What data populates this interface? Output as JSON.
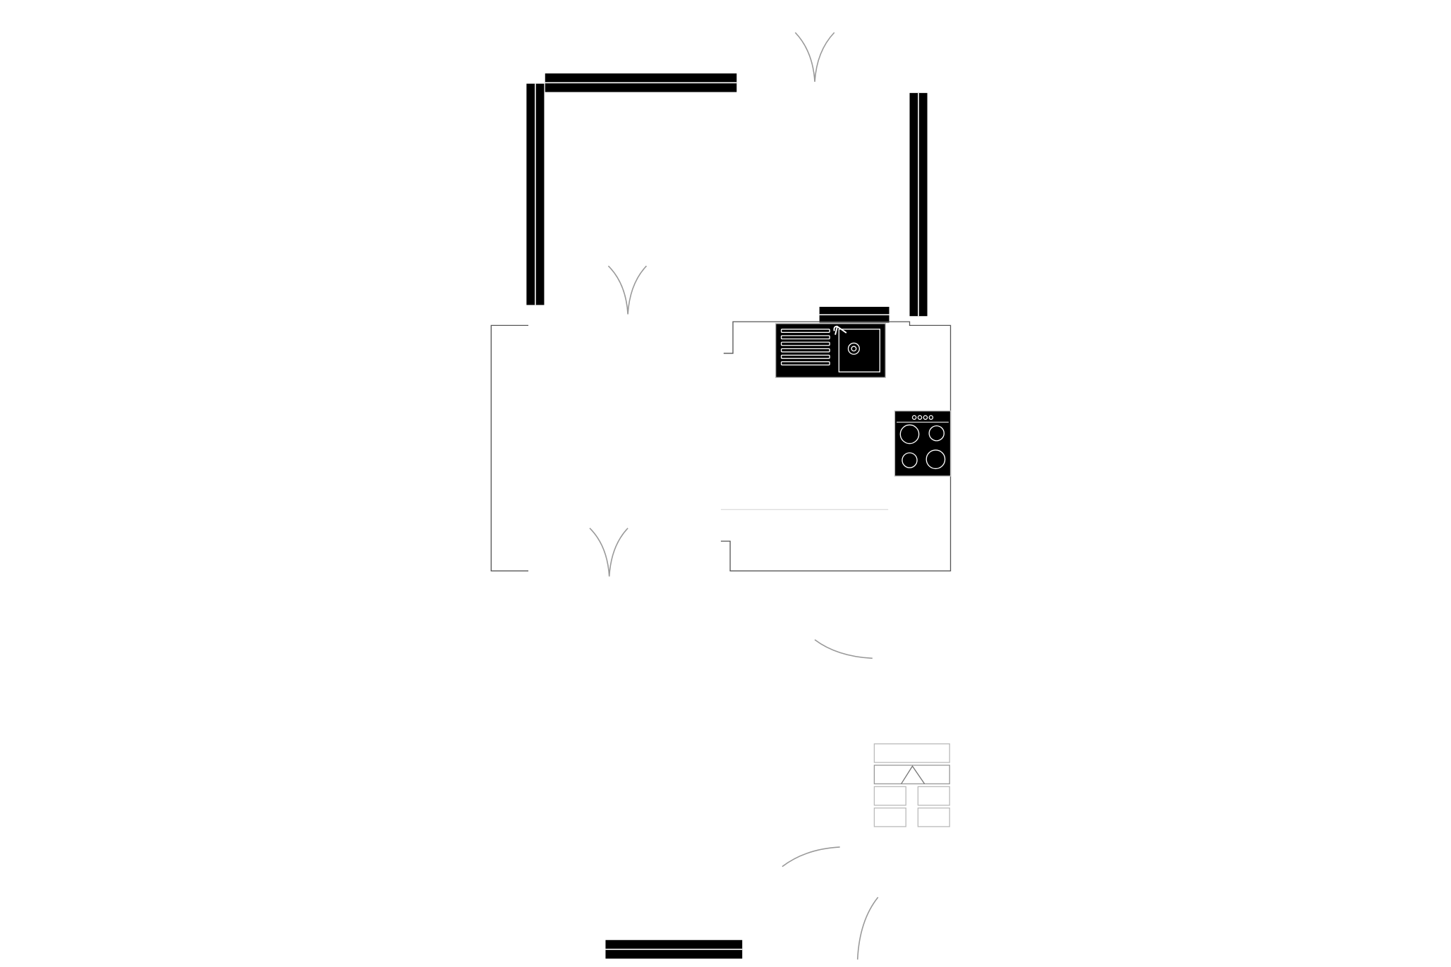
{
  "plan": {
    "wall_color": "#000000",
    "outline_color": "#9a9a9a",
    "background": "#ffffff",
    "fixtures": [
      "kitchen-sink",
      "cooktop",
      "staircase"
    ]
  }
}
